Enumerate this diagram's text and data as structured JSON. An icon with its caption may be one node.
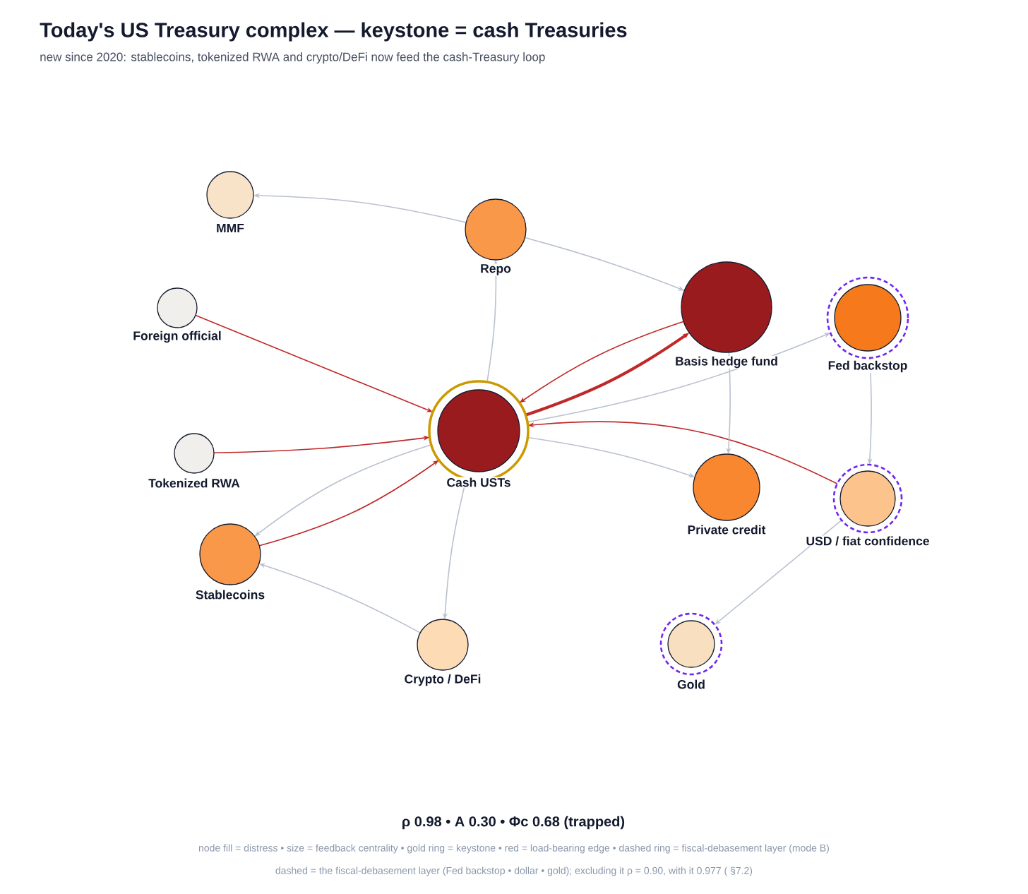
{
  "diagram": {
    "title": "Today's US Treasury complex — keystone = cash Treasuries",
    "nodes": [
      {
        "text": [
          "MMF"
        ]
      },
      {
        "text": [
          "Repo"
        ]
      },
      {
        "text": [
          "Foreign official"
        ]
      },
      {
        "text": [
          "Basis hedge fund"
        ]
      },
      {
        "text": [
          "Fed backstop"
        ]
      },
      {
        "text": [
          "Cash USTs"
        ]
      },
      {
        "text": [
          "Tokenized RWA"
        ]
      },
      {
        "text": [
          "Private credit"
        ]
      },
      {
        "text": [
          "USD / fiat confidence"
        ]
      },
      {
        "text": [
          "Stablecoins"
        ]
      },
      {
        "text": [
          "Crypto / DeFi"
        ]
      },
      {
        "text": [
          "Gold"
        ]
      }
    ],
    "edges": [
      {
        "from": 1,
        "to": 0,
        "arrow": "to"
      },
      {
        "from": 1,
        "to": 3,
        "arrow": "to"
      },
      {
        "from": 5,
        "to": 1,
        "arrow": "to"
      },
      {
        "from": 2,
        "to": 5,
        "arrow": "to",
        "color": "#c0282a"
      },
      {
        "from": 6,
        "to": 5,
        "arrow": "to",
        "color": "#c0282a"
      },
      {
        "from": 9,
        "to": 5,
        "arrow": "to",
        "color": "#c0282a"
      },
      {
        "from": 5,
        "to": 9,
        "arrow": "to"
      },
      {
        "from": 5,
        "to": 10,
        "arrow": "to"
      },
      {
        "from": 10,
        "to": 9,
        "arrow": "to"
      },
      {
        "from": 3,
        "to": 5,
        "arrow": "to",
        "color": "#c0282a"
      },
      {
        "from": 5,
        "to": 3,
        "arrow": "to",
        "style": "thick",
        "color": "#c0282a"
      },
      {
        "from": 5,
        "to": 4,
        "arrow": "to"
      },
      {
        "from": 5,
        "to": 7,
        "arrow": "to"
      },
      {
        "from": 8,
        "to": 5,
        "arrow": "to",
        "color": "#c0282a"
      },
      {
        "from": 3,
        "to": 7,
        "arrow": "to"
      },
      {
        "from": 4,
        "to": 8,
        "arrow": "to"
      },
      {
        "from": 8,
        "to": 11,
        "arrow": "to"
      }
    ],
    "labels": [
      "new since 2020: stablecoins, tokenized RWA and crypto/DeFi now feed the cash-Treasury loop",
      "ρ 0.98  •  A 0.30  •  Φc 0.68 (trapped)",
      "node fill = distress  •  size = feedback centrality  •  gold ring = keystone  •  red = load-bearing edge  •  dashed ring = fiscal-debasement layer (mode B)",
      "dashed = the fiscal-debasement layer (Fed backstop  •  dollar  •  gold); excluding it ρ = 0.90, with it 0.977 ( §7.2)"
    ]
  }
}
